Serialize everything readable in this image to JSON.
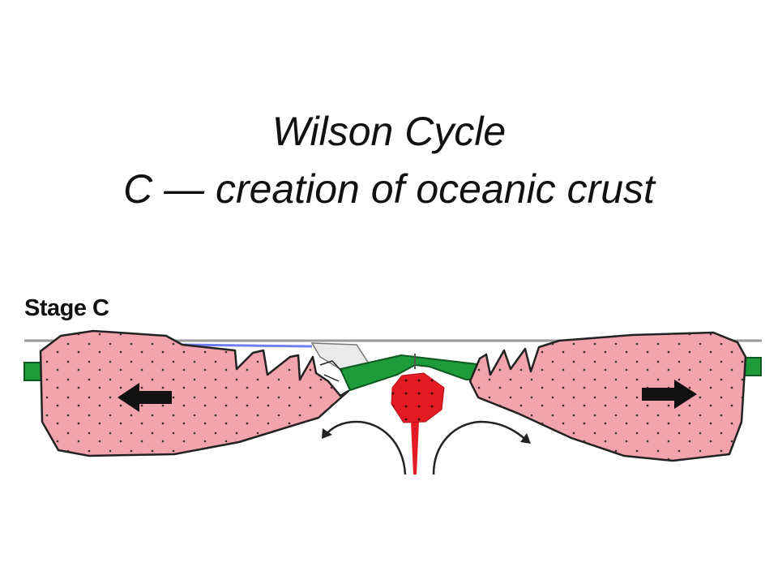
{
  "title": {
    "line1": "Wilson Cycle",
    "line2": "C — creation of oceanic crust"
  },
  "stage_label": "Stage C",
  "colors": {
    "continental_crust": "#f2a3ab",
    "oceanic_crust": "#1e9b3a",
    "magma": "#e31b23",
    "sea_level": "#9a9a9a",
    "shallow_water": "#6f7ff0"
  },
  "icons": {
    "left_arrow": "left-arrow-icon",
    "right_arrow": "right-arrow-icon"
  }
}
